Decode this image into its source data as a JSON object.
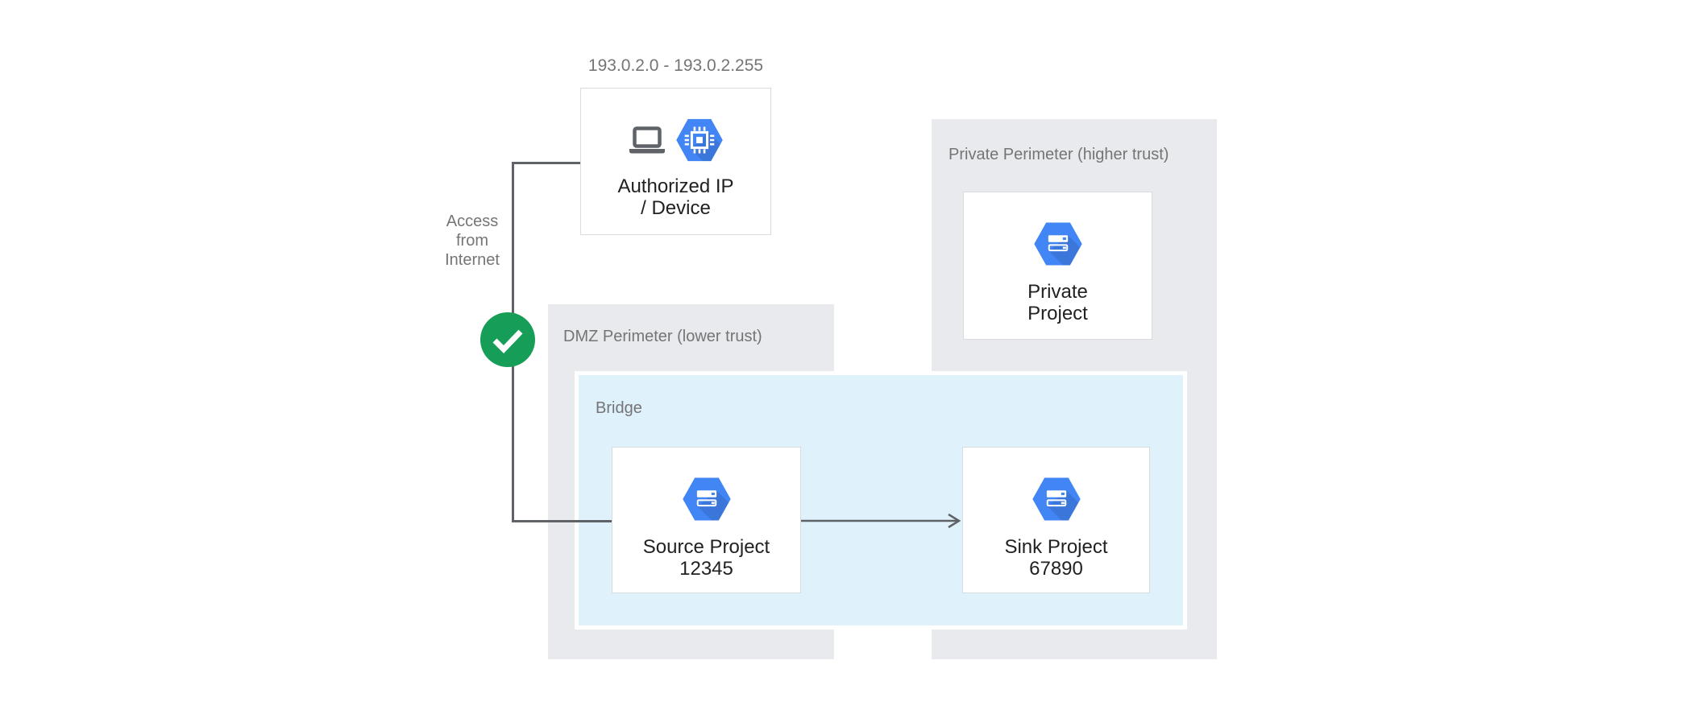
{
  "labels": {
    "ip_range": "193.0.2.0 - 193.0.2.255",
    "access": {
      "line1": "Access",
      "line2": "from",
      "line3": "Internet"
    },
    "dmz_perimeter": "DMZ Perimeter (lower trust)",
    "private_perimeter": "Private Perimeter (higher trust)",
    "bridge": "Bridge"
  },
  "nodes": {
    "authorized": {
      "line1": "Authorized IP",
      "line2": "/ Device"
    },
    "source_project": {
      "line1": "Source Project",
      "line2": "12345"
    },
    "sink_project": {
      "line1": "Sink Project",
      "line2": "67890"
    },
    "private_project": {
      "line1": "Private",
      "line2": "Project"
    }
  },
  "icons": {
    "laptop": "laptop-icon",
    "compute_engine": "compute-engine-chip-icon",
    "cloud_project": "cloud-project-hexagon-icon",
    "allowed": "check-circle-icon"
  },
  "colors": {
    "perimeter_gray": "#E8EAED",
    "bridge_blue": "#DFF1FB",
    "hexagon_blue": "#4285F4",
    "check_green": "#169E58",
    "line_gray": "#5F6368",
    "label_gray": "#757575",
    "node_text": "#212121"
  }
}
